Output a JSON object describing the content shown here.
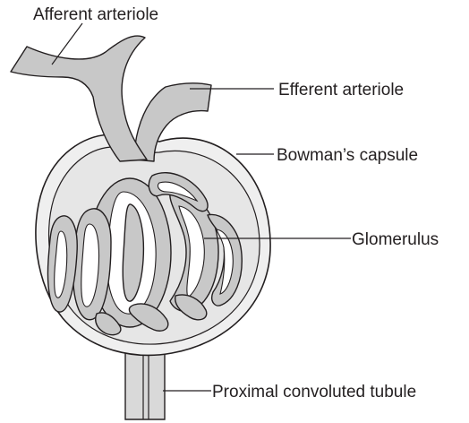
{
  "labels": {
    "afferent": "Afferent arteriole",
    "efferent": "Efferent arteriole",
    "bowman": "Bowman’s capsule",
    "glomerulus": "Glomerulus",
    "tubule": "Proximal convoluted tubule"
  }
}
